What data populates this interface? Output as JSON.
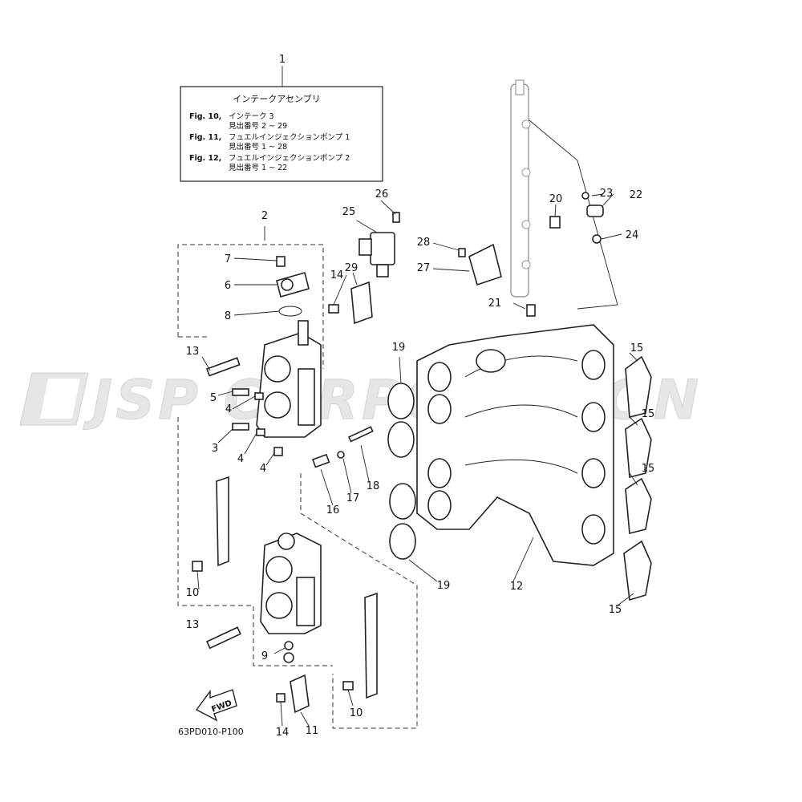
{
  "title_box": {
    "heading": "インテークアセンブリ",
    "rows": [
      {
        "fig": "Fig. 10,",
        "text": "インテーク 3"
      },
      {
        "fig": "",
        "text": "見出番号 2 ~ 29"
      },
      {
        "fig": "Fig. 11,",
        "text": "フュエルインジェクションポンプ 1"
      },
      {
        "fig": "",
        "text": "見出番号 1 ~ 28"
      },
      {
        "fig": "Fig. 12,",
        "text": "フュエルインジェクションポンプ 2"
      },
      {
        "fig": "",
        "text": "見出番号 1 ~ 22"
      }
    ]
  },
  "watermark": "JSP CORPORATION",
  "fwd_label": "FWD",
  "drawing_code": "63PD010-P100",
  "callouts": {
    "c1": "1",
    "c2": "2",
    "c3": "3",
    "c4a": "4",
    "c4b": "4",
    "c4c": "4",
    "c5": "5",
    "c6": "6",
    "c7": "7",
    "c8": "8",
    "c9": "9",
    "c10a": "10",
    "c10b": "10",
    "c11": "11",
    "c12": "12",
    "c13a": "13",
    "c13b": "13",
    "c14a": "14",
    "c14b": "14",
    "c15a": "15",
    "c15b": "15",
    "c15c": "15",
    "c15d": "15",
    "c16": "16",
    "c17": "17",
    "c18": "18",
    "c19a": "19",
    "c19b": "19",
    "c20": "20",
    "c21": "21",
    "c22": "22",
    "c23": "23",
    "c24": "24",
    "c25": "25",
    "c26": "26",
    "c27": "27",
    "c28": "28",
    "c29": "29"
  }
}
